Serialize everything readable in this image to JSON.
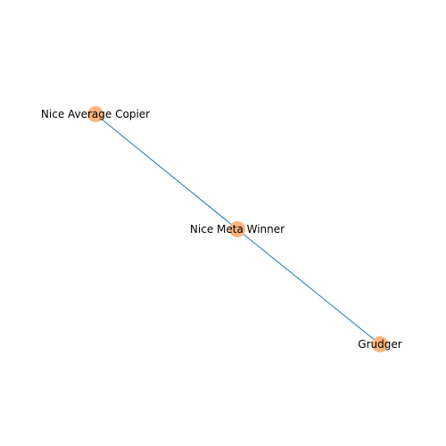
{
  "graph": {
    "node_color": "#fdb47d",
    "edge_color": "#1f77b4",
    "nodes": [
      {
        "id": "nice-average-copier",
        "label": "Nice Average Copier"
      },
      {
        "id": "nice-meta-winner",
        "label": "Nice Meta Winner"
      },
      {
        "id": "grudger",
        "label": "Grudger"
      }
    ],
    "edges": [
      {
        "source": "nice-average-copier",
        "target": "nice-meta-winner"
      },
      {
        "source": "nice-meta-winner",
        "target": "grudger"
      }
    ]
  }
}
